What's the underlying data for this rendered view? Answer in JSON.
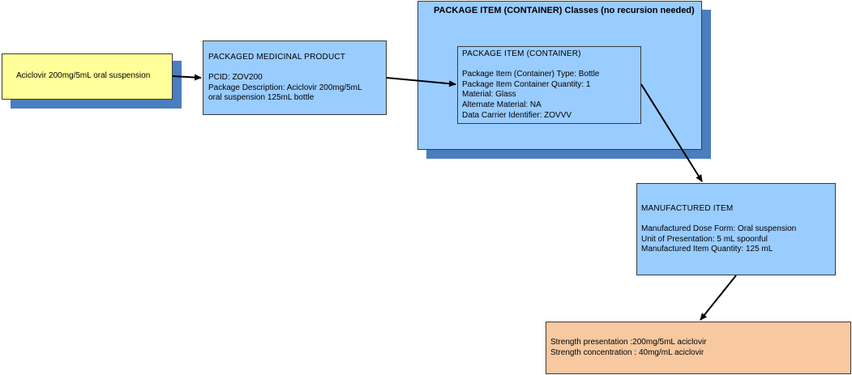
{
  "drug_box": {
    "label": "Aciclovir 200mg/5mL oral suspension"
  },
  "packaged_medicinal_product": {
    "title": "PACKAGED MEDICINAL PRODUCT",
    "pcid": "PCID: ZOV200",
    "description_line1": "Package Description: Aciclovir 200mg/5mL",
    "description_line2": "oral suspension 125mL bottle"
  },
  "package_item_group": {
    "title": "PACKAGE ITEM (CONTAINER) Classes (no recursion needed)"
  },
  "package_item": {
    "title": "PACKAGE ITEM (CONTAINER)",
    "type": "Package Item (Container) Type: Bottle",
    "quantity": "Package Item Container Quantity: 1",
    "material": "Material: Glass",
    "alternate_material": "Alternate Material: NA",
    "data_carrier": "Data Carrier Identifier: ZOVVV"
  },
  "manufactured_item": {
    "title": "MANUFACTURED ITEM",
    "dose_form": "Manufactured Dose Form: Oral suspension",
    "unit_of_presentation": "Unit of Presentation: 5 mL spoonful",
    "quantity": "Manufactured Item Quantity: 125 mL"
  },
  "strength": {
    "presentation": "Strength presentation :200mg/5mL aciclovir",
    "concentration": "Strength concentration : 40mg/mL aciclovir"
  },
  "colors": {
    "box_blue": "#99ccff",
    "box_yellow": "#ffff99",
    "box_orange": "#f8c9a1",
    "shadow": "#4a7ebf"
  }
}
